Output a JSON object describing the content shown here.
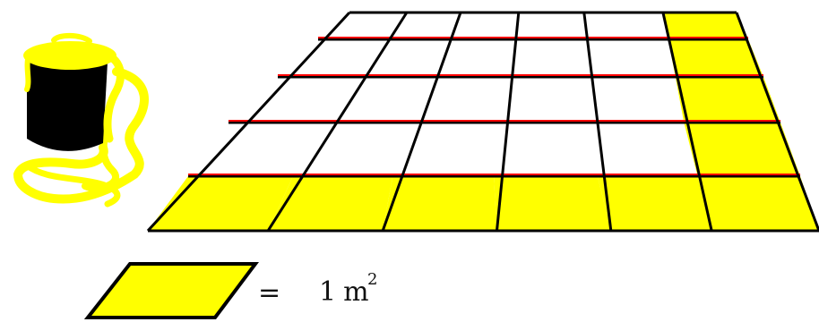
{
  "diagram": {
    "grid": {
      "rows": 5,
      "columns": 6
    },
    "yellow_cells": [
      [
        0,
        5
      ],
      [
        1,
        5
      ],
      [
        2,
        5
      ],
      [
        3,
        5
      ],
      [
        4,
        0
      ],
      [
        4,
        1
      ],
      [
        4,
        2
      ],
      [
        4,
        3
      ],
      [
        4,
        4
      ],
      [
        4,
        5
      ]
    ],
    "colors": {
      "fill_yellow": "#ffff00",
      "line_black": "#000000",
      "line_red": "#ff0000",
      "paint_can": "#000000"
    }
  },
  "legend": {
    "equals": "=",
    "unit_value": "1",
    "unit": "m",
    "exponent": "2"
  }
}
